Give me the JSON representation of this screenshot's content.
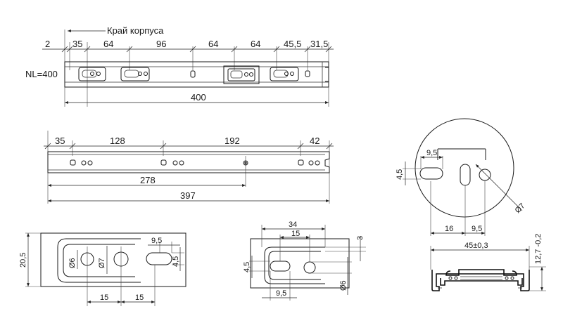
{
  "top_view": {
    "caption": "Край корпуса",
    "nl_label": "NL=400",
    "dims": [
      "2",
      "35",
      "64",
      "96",
      "64",
      "64",
      "45,5",
      "31,5"
    ],
    "overall": "400"
  },
  "side_view": {
    "dims": [
      "35",
      "128",
      "192",
      "42"
    ],
    "d278": "278",
    "d397": "397"
  },
  "round_detail": {
    "d_slot_w": "9,5",
    "d_slot_h": "4,5",
    "d_bot_left": "16",
    "d_bot_right": "9,5",
    "d_hole": "Ø7"
  },
  "detail_left": {
    "d_height": "20,5",
    "d_hole6": "Ø6",
    "d_hole7": "Ø7",
    "d_slot_w": "9,5",
    "d_slot_h": "4,5",
    "d_b1": "15",
    "d_b2": "15"
  },
  "detail_mid": {
    "d_34": "34",
    "d_15": "15",
    "d_3": "3",
    "d_45": "4,5",
    "d_95": "9,5",
    "d_o6": "Ø6"
  },
  "profile": {
    "d_width": "45±0,3",
    "d_height": "12,7 -0,2"
  }
}
